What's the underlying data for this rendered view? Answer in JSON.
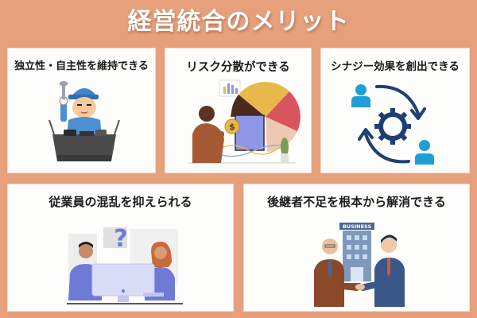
{
  "page": {
    "title": "経営統合のメリット",
    "background_color": "#e6a07c",
    "panel_color": "#fdfdfb"
  },
  "panels": [
    {
      "title": "独立性・自主性を維持できる",
      "illustration": "mechanic-with-wrench-and-toolbox"
    },
    {
      "title": "リスク分散ができる",
      "illustration": "man-with-pie-chart-and-coin"
    },
    {
      "title": "シナジー効果を創出できる",
      "illustration": "people-cycle-gear"
    },
    {
      "title": "従業員の混乱を抑えられる",
      "illustration": "confused-coworkers-at-computer"
    },
    {
      "title": "後継者不足を根本から解消できる",
      "illustration": "business-handshake-succession",
      "building_sign": "BUSINESS"
    }
  ],
  "colors": {
    "accent_blue": "#1e9fd6",
    "navy": "#1f3f73",
    "pie_yellow": "#e8b84a",
    "pie_red": "#d9545f",
    "pie_beige": "#ecc9b0",
    "pie_brown": "#4a2a20",
    "pie_lavender": "#8e96e8"
  }
}
